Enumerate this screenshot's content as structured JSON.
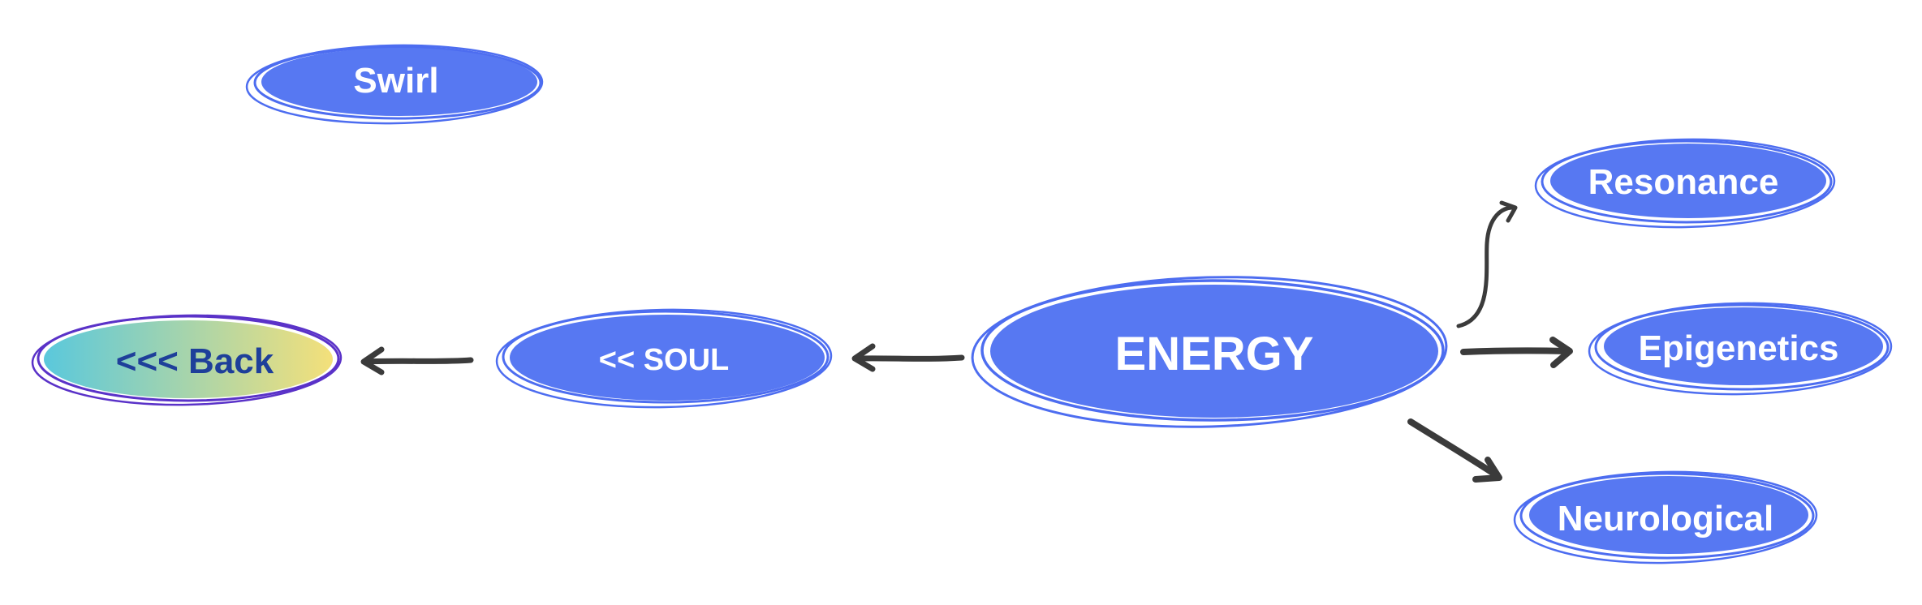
{
  "nodes": {
    "swirl": "Swirl",
    "back": "<<< Back",
    "soul": "<< SOUL",
    "energy": "ENERGY",
    "resonance": "Resonance",
    "epigenetics": "Epigenetics",
    "neurological": "Neurological"
  },
  "colors": {
    "node_fill": "#5778f2",
    "node_outline": "#4d6df0",
    "back_gradient_start": "#5ac8dc",
    "back_gradient_end": "#f4e07a",
    "back_outline": "#5a32c8",
    "back_text": "#1e3f9a",
    "arrow": "#3b3b3b"
  },
  "arrows": [
    {
      "from": "soul",
      "to": "back"
    },
    {
      "from": "energy",
      "to": "soul"
    },
    {
      "from": "energy",
      "to": "resonance"
    },
    {
      "from": "energy",
      "to": "epigenetics"
    },
    {
      "from": "energy",
      "to": "neurological"
    }
  ]
}
